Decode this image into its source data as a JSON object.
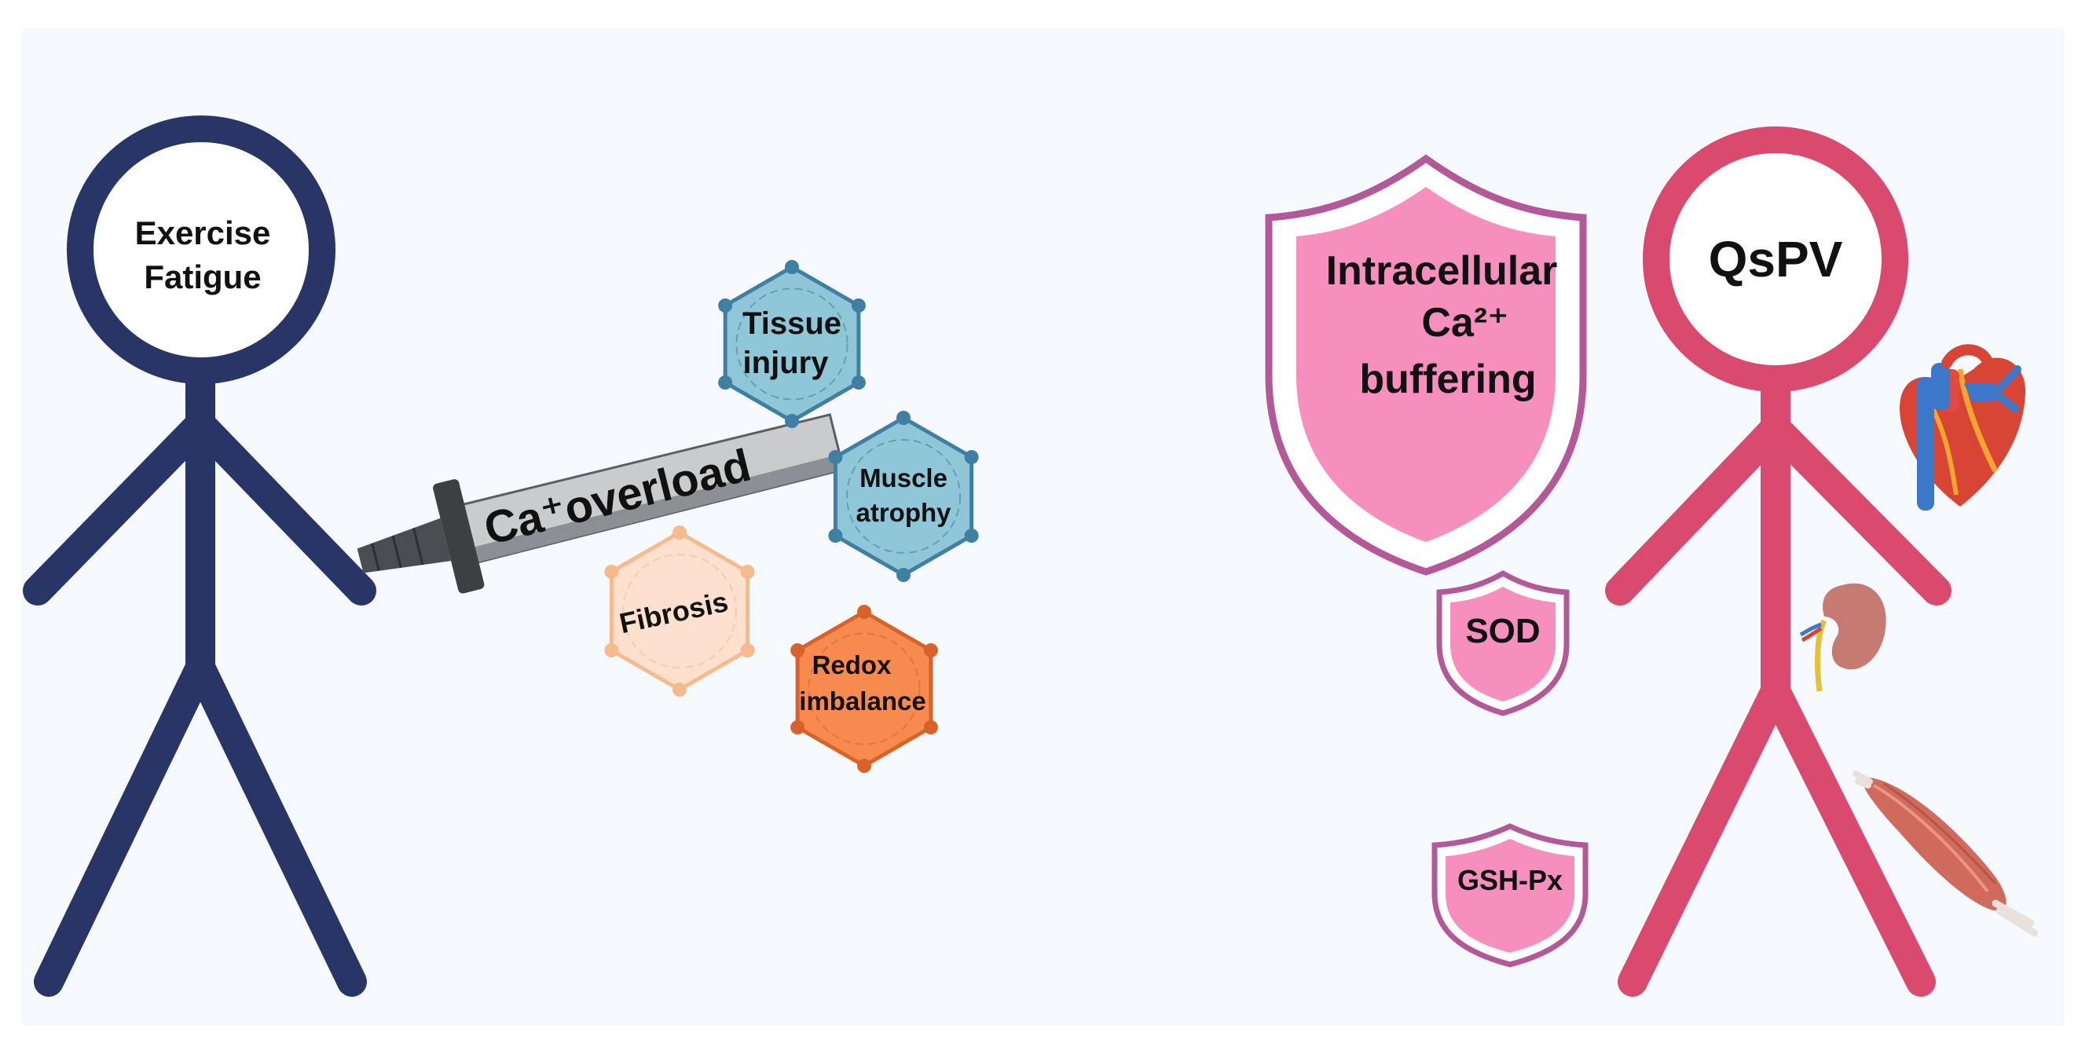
{
  "left_figure": {
    "head_text_line1": "Exercise",
    "head_text_line2": "Fatigue",
    "color": "#283566"
  },
  "sword": {
    "label": "Ca⁺overload"
  },
  "damage_hexagons": [
    {
      "line1": "Tissue",
      "line2": "injury",
      "fill": "#8fc6d8",
      "edge": "#3f7fa4"
    },
    {
      "line1": "Muscle",
      "line2": "atrophy",
      "fill": "#8fc6d8",
      "edge": "#3f7fa4"
    },
    {
      "line1": "Fibrosis",
      "line2": "",
      "fill": "#fde0cd",
      "edge": "#f5bb8c"
    },
    {
      "line1": "Redox",
      "line2": "imbalance",
      "fill": "#f78a4f",
      "edge": "#d9612a"
    }
  ],
  "shields": {
    "main_line1": "Intracellular",
    "main_line2": "Ca²⁺",
    "main_line3": "buffering",
    "sod": "SOD",
    "gsh": "GSH-Px",
    "fill": "#f78fbe",
    "border": "#b3599a"
  },
  "right_figure": {
    "head_text": "QsPV",
    "color": "#d94a6e"
  },
  "organ_icons": [
    "heart-icon",
    "kidney-icon",
    "muscle-icon"
  ]
}
